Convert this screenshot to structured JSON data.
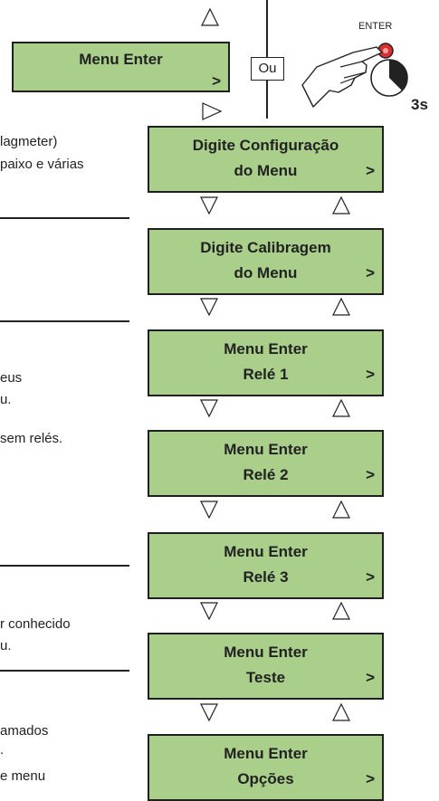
{
  "top": {
    "enter_box": {
      "line1": "Menu Enter",
      "arrow": ">"
    },
    "ou_label": "Ou",
    "enter_button_label": "ENTER",
    "hold_time": "3s"
  },
  "left_text": {
    "block1_line1": "lagmeter)",
    "block1_line2": "paixo e várias",
    "block3_line1": "eus",
    "block3_line2": "u.",
    "block3_line3": "sem relés.",
    "block4_line1": "r conhecido",
    "block4_line2": "u.",
    "block5_line1": "amados",
    "block5_line2": ".",
    "block5_line3": "e menu"
  },
  "menu": [
    {
      "line1": "Digite Configuração",
      "line2": "do Menu",
      "arrow": ">"
    },
    {
      "line1": "Digite Calibragem",
      "line2": "do Menu",
      "arrow": ">"
    },
    {
      "line1": "Menu Enter",
      "line2": "Relé 1",
      "arrow": ">"
    },
    {
      "line1": "Menu Enter",
      "line2": "Relé 2",
      "arrow": ">"
    },
    {
      "line1": "Menu Enter",
      "line2": "Relé 3",
      "arrow": ">"
    },
    {
      "line1": "Menu Enter",
      "line2": "Teste",
      "arrow": ">"
    },
    {
      "line1": "Menu Enter",
      "line2": "Opções",
      "arrow": ">"
    }
  ]
}
